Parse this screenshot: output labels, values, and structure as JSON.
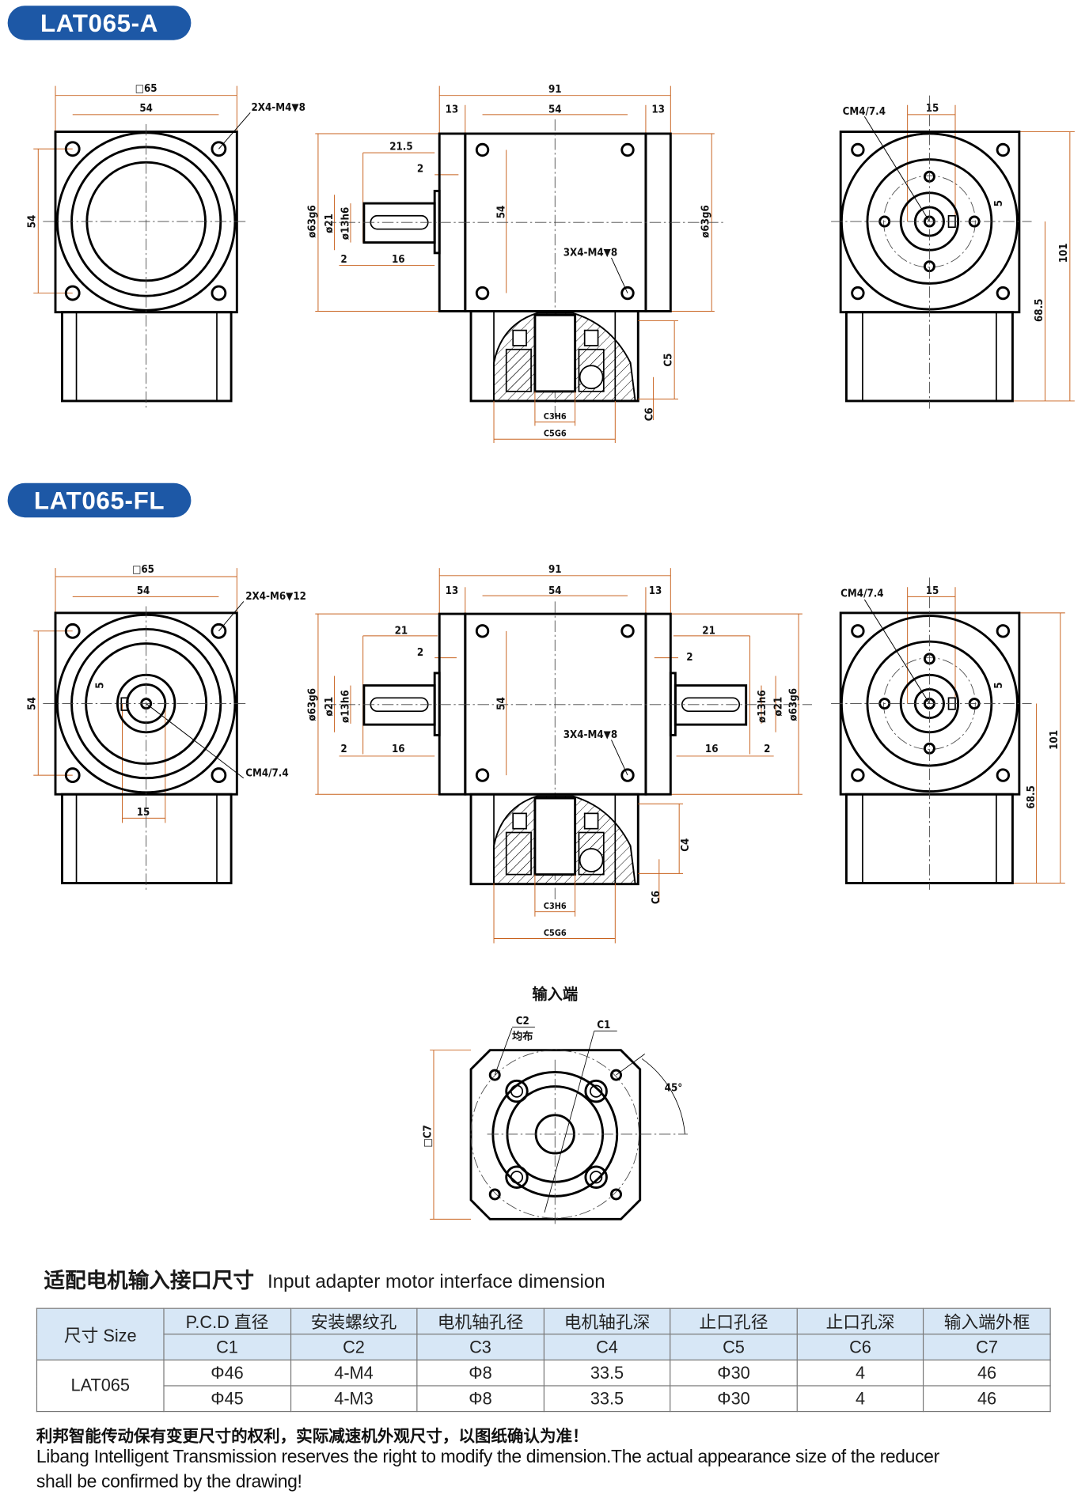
{
  "section_a": {
    "badge": "LAT065-A",
    "front": {
      "square": "□65",
      "pitch": "54",
      "holes": "2X4-M4▼8",
      "pitch_v": "54"
    },
    "side": {
      "overall": "91",
      "flange_l": "13",
      "pitch": "54",
      "flange_r": "13",
      "shaft_len": "21.5",
      "shoulder": "2",
      "pilot_l": "ø63g6",
      "dia21": "ø21",
      "shaft_dia": "ø13h6",
      "gap": "2",
      "key_len": "16",
      "pitch_v": "54",
      "pilot_r": "ø63g6",
      "holes": "3X4-M4▼8",
      "c5": "C5",
      "c6": "C6",
      "c3": "C3H6",
      "c5g": "C5G6"
    },
    "right": {
      "center_hole": "CM4/7.4",
      "key_offset": "15",
      "key_w": "5",
      "height": "101",
      "center_h": "68.5"
    }
  },
  "section_fl": {
    "badge": "LAT065-FL",
    "front": {
      "square": "□65",
      "pitch": "54",
      "holes": "2X4-M6▼12",
      "pitch_v": "54",
      "key_w": "5",
      "center_hole": "CM4/7.4",
      "key_offset": "15"
    },
    "side": {
      "overall": "91",
      "flange_l": "13",
      "pitch": "54",
      "flange_r": "13",
      "shaft_len_l": "21",
      "shaft_len_r": "21",
      "shoulder_l": "2",
      "shoulder_r": "2",
      "pilot_l": "ø63g6",
      "dia21_l": "ø21",
      "shaft_dia_l": "ø13h6",
      "gap_l": "2",
      "key_len_l": "16",
      "pitch_v": "54",
      "shaft_dia_r": "ø13h6",
      "dia21_r": "ø21",
      "pilot_r": "ø63g6",
      "key_len_r": "16",
      "gap_r": "2",
      "holes": "3X4-M4▼8",
      "c4": "C4",
      "c6": "C6",
      "c3": "C3H6",
      "c5g": "C5G6"
    },
    "right": {
      "center_hole": "CM4/7.4",
      "key_offset": "15",
      "key_w": "5",
      "height": "101",
      "center_h": "68.5"
    }
  },
  "input_end": {
    "title": "输入端",
    "c2": "C2",
    "c2_note": "均布",
    "c1": "C1",
    "angle": "45°",
    "c7": "□C7"
  },
  "table_section": {
    "title_cn": "适配电机输入接口尺寸",
    "title_en": "Input adapter motor interface dimension",
    "size_header": "尺寸 Size",
    "headers_cn": [
      "P.C.D 直径",
      "安装螺纹孔",
      "电机轴孔径",
      "电机轴孔深",
      "止口孔径",
      "止口孔深",
      "输入端外框"
    ],
    "headers_code": [
      "C1",
      "C2",
      "C3",
      "C4",
      "C5",
      "C6",
      "C7"
    ],
    "model": "LAT065",
    "rows": [
      [
        "Φ46",
        "4-M4",
        "Φ8",
        "33.5",
        "Φ30",
        "4",
        "46"
      ],
      [
        "Φ45",
        "4-M3",
        "Φ8",
        "33.5",
        "Φ30",
        "4",
        "46"
      ]
    ]
  },
  "footer": {
    "note_cn": "利邦智能传动保有变更尺寸的权利，实际减速机外观尺寸，以图纸确认为准！",
    "note_en_1": "Libang Intelligent Transmission reserves the right to modify the dimension.The actual appearance size of the reducer",
    "note_en_2": "shall be confirmed by the drawing!"
  }
}
